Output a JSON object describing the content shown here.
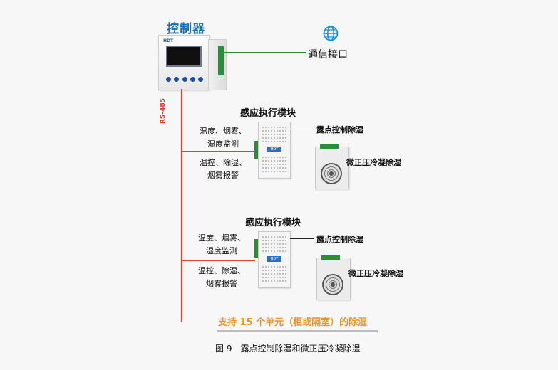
{
  "controller": {
    "title": "控制器",
    "brand": "HDT"
  },
  "comm": {
    "label": "通信接口",
    "icon": "globe-icon"
  },
  "bus": {
    "label": "RS-485",
    "color": "#e8402e"
  },
  "modules": [
    {
      "title": "感应执行模块",
      "inputs_top": [
        "温度、烟雾、",
        "湿度监测"
      ],
      "inputs_bottom": [
        "温控、除湿、",
        "烟雾报警"
      ],
      "output_dew": "露点控制除湿",
      "output_cond": "微正压冷凝除湿",
      "brand": "HDT"
    },
    {
      "title": "感应执行模块",
      "inputs_top": [
        "温度、烟雾、",
        "湿度监测"
      ],
      "inputs_bottom": [
        "温控、除湿、",
        "烟雾报警"
      ],
      "output_dew": "露点控制除湿",
      "output_cond": "微正压冷凝除湿",
      "brand": "HDT"
    }
  ],
  "support_text": "支持 15 个单元（柜或隔室）的除湿",
  "caption": "图 9　露点控制除湿和微正压冷凝除湿",
  "colors": {
    "title_blue": "#1a6fb0",
    "support_orange": "#e8952c",
    "wire_green": "#2e8b3a"
  }
}
